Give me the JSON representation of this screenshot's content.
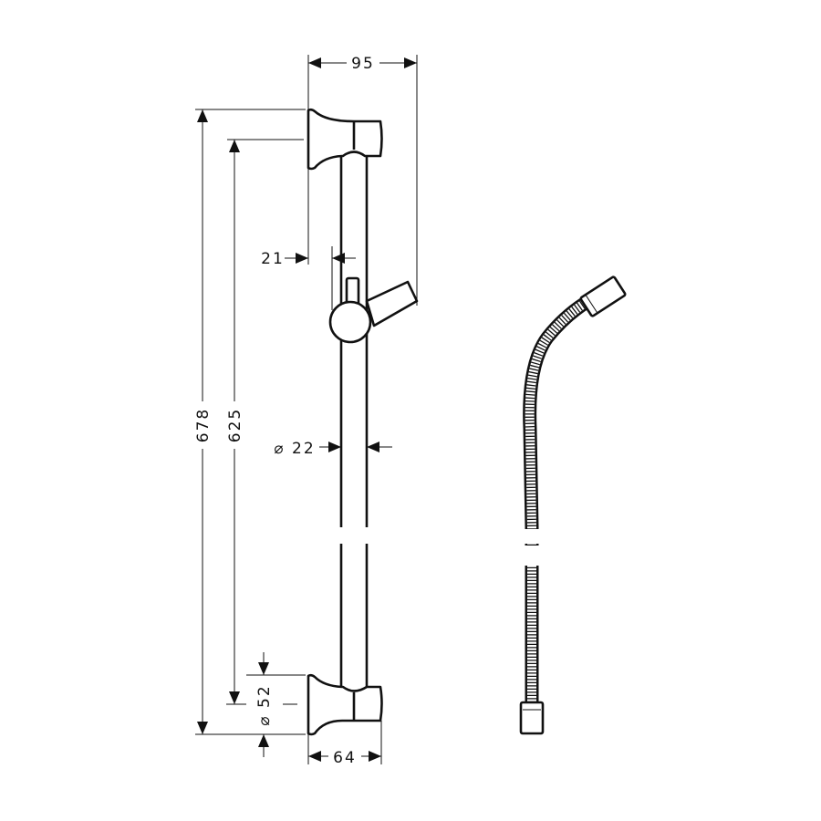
{
  "title": "Shower rail with hose - dimension drawing",
  "dimensions": {
    "overall_height": "678",
    "bracket_spacing": "625",
    "projection": "95",
    "rail_offset": "21",
    "rail_diameter": "⌀ 22",
    "bracket_diameter": "⌀ 52",
    "bracket_depth": "64"
  },
  "colors": {
    "line": "#111111",
    "background": "#ffffff"
  }
}
